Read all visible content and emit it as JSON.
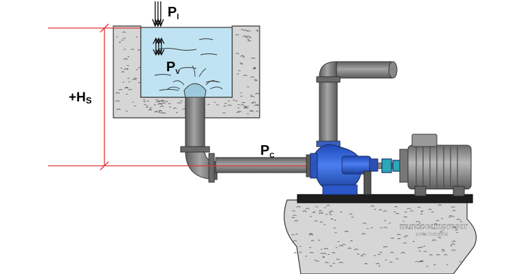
{
  "labels": {
    "p_atm": {
      "main": "P",
      "sub": "l"
    },
    "p_vapor": {
      "main": "P",
      "sub": "V"
    },
    "p_c": {
      "main": "P",
      "sub": "C"
    },
    "suction_head": {
      "main": "+H",
      "sub": "S"
    }
  },
  "watermark": {
    "line1a": "mundo",
    "line1b": "compresor",
    "line2": "portal industrial"
  },
  "colors": {
    "water": "#bfe3f2",
    "concrete": "#d6d6d6",
    "pipe": "#7a7a7a",
    "pump": "#2f5fd0",
    "motor": "#8c8c8c",
    "dimension": "#e03030"
  }
}
